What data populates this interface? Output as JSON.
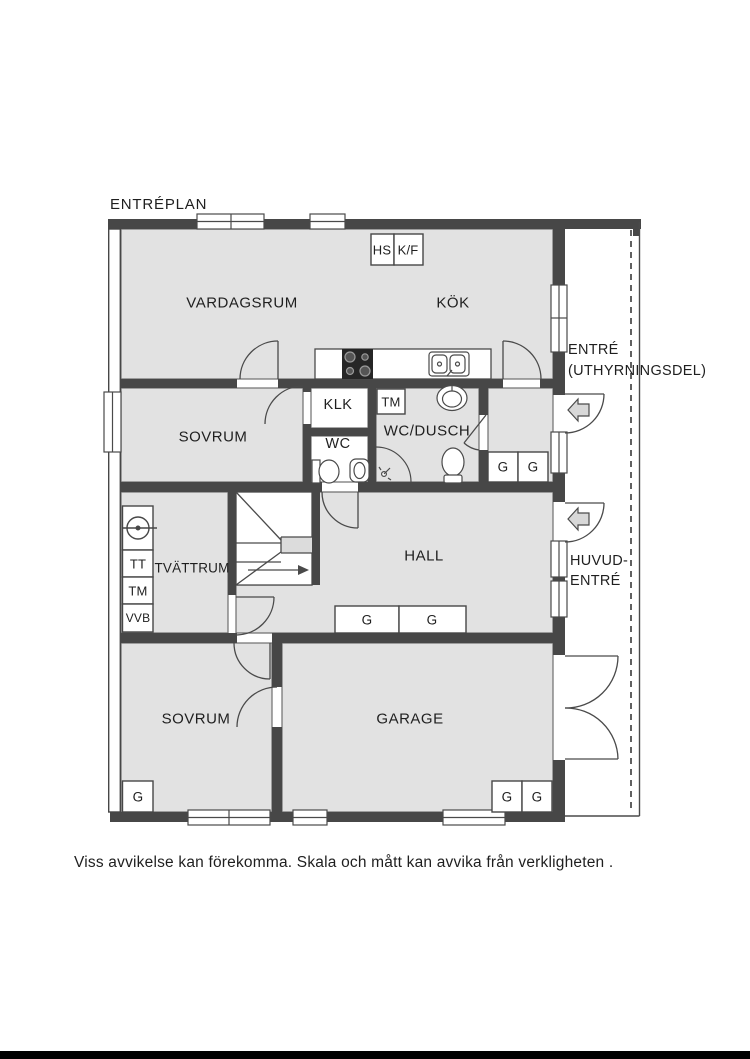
{
  "title": "ENTRÉPLAN",
  "disclaimer": "Viss avvikelse kan förekomma. Skala och mått kan avvika från verkligheten .",
  "floorplan": {
    "rooms": {
      "vardagsrum": "VARDAGSRUM",
      "kok": "KÖK",
      "sovrum_upper": "SOVRUM",
      "klk": "KLK",
      "wc": "WC",
      "wc_dusch": "WC/DUSCH",
      "tvattrum": "TVÄTTRUM",
      "hall": "HALL",
      "sovrum_lower": "SOVRUM",
      "garage": "GARAGE"
    },
    "fixtures": {
      "hs": "HS",
      "kf": "K/F",
      "tm_bathroom": "TM",
      "tt": "TT",
      "tm_laundry": "TM",
      "vvb": "VVB",
      "wardrobe": "G"
    },
    "entrances": {
      "rental_line1": "ENTRÉ",
      "rental_line2": "(UTHYRNINGSDEL)",
      "main_line1": "HUVUD-",
      "main_line2": "ENTRÉ"
    },
    "colors": {
      "room_fill": "#e2e2e2",
      "wall": "#474747",
      "line": "#4a4a4a",
      "text": "#1f1f1f",
      "stair_band": "#dcdcdc",
      "arrow_fill": "#d8d8d8",
      "background": "#ffffff",
      "footer_bar": "#000000"
    }
  }
}
